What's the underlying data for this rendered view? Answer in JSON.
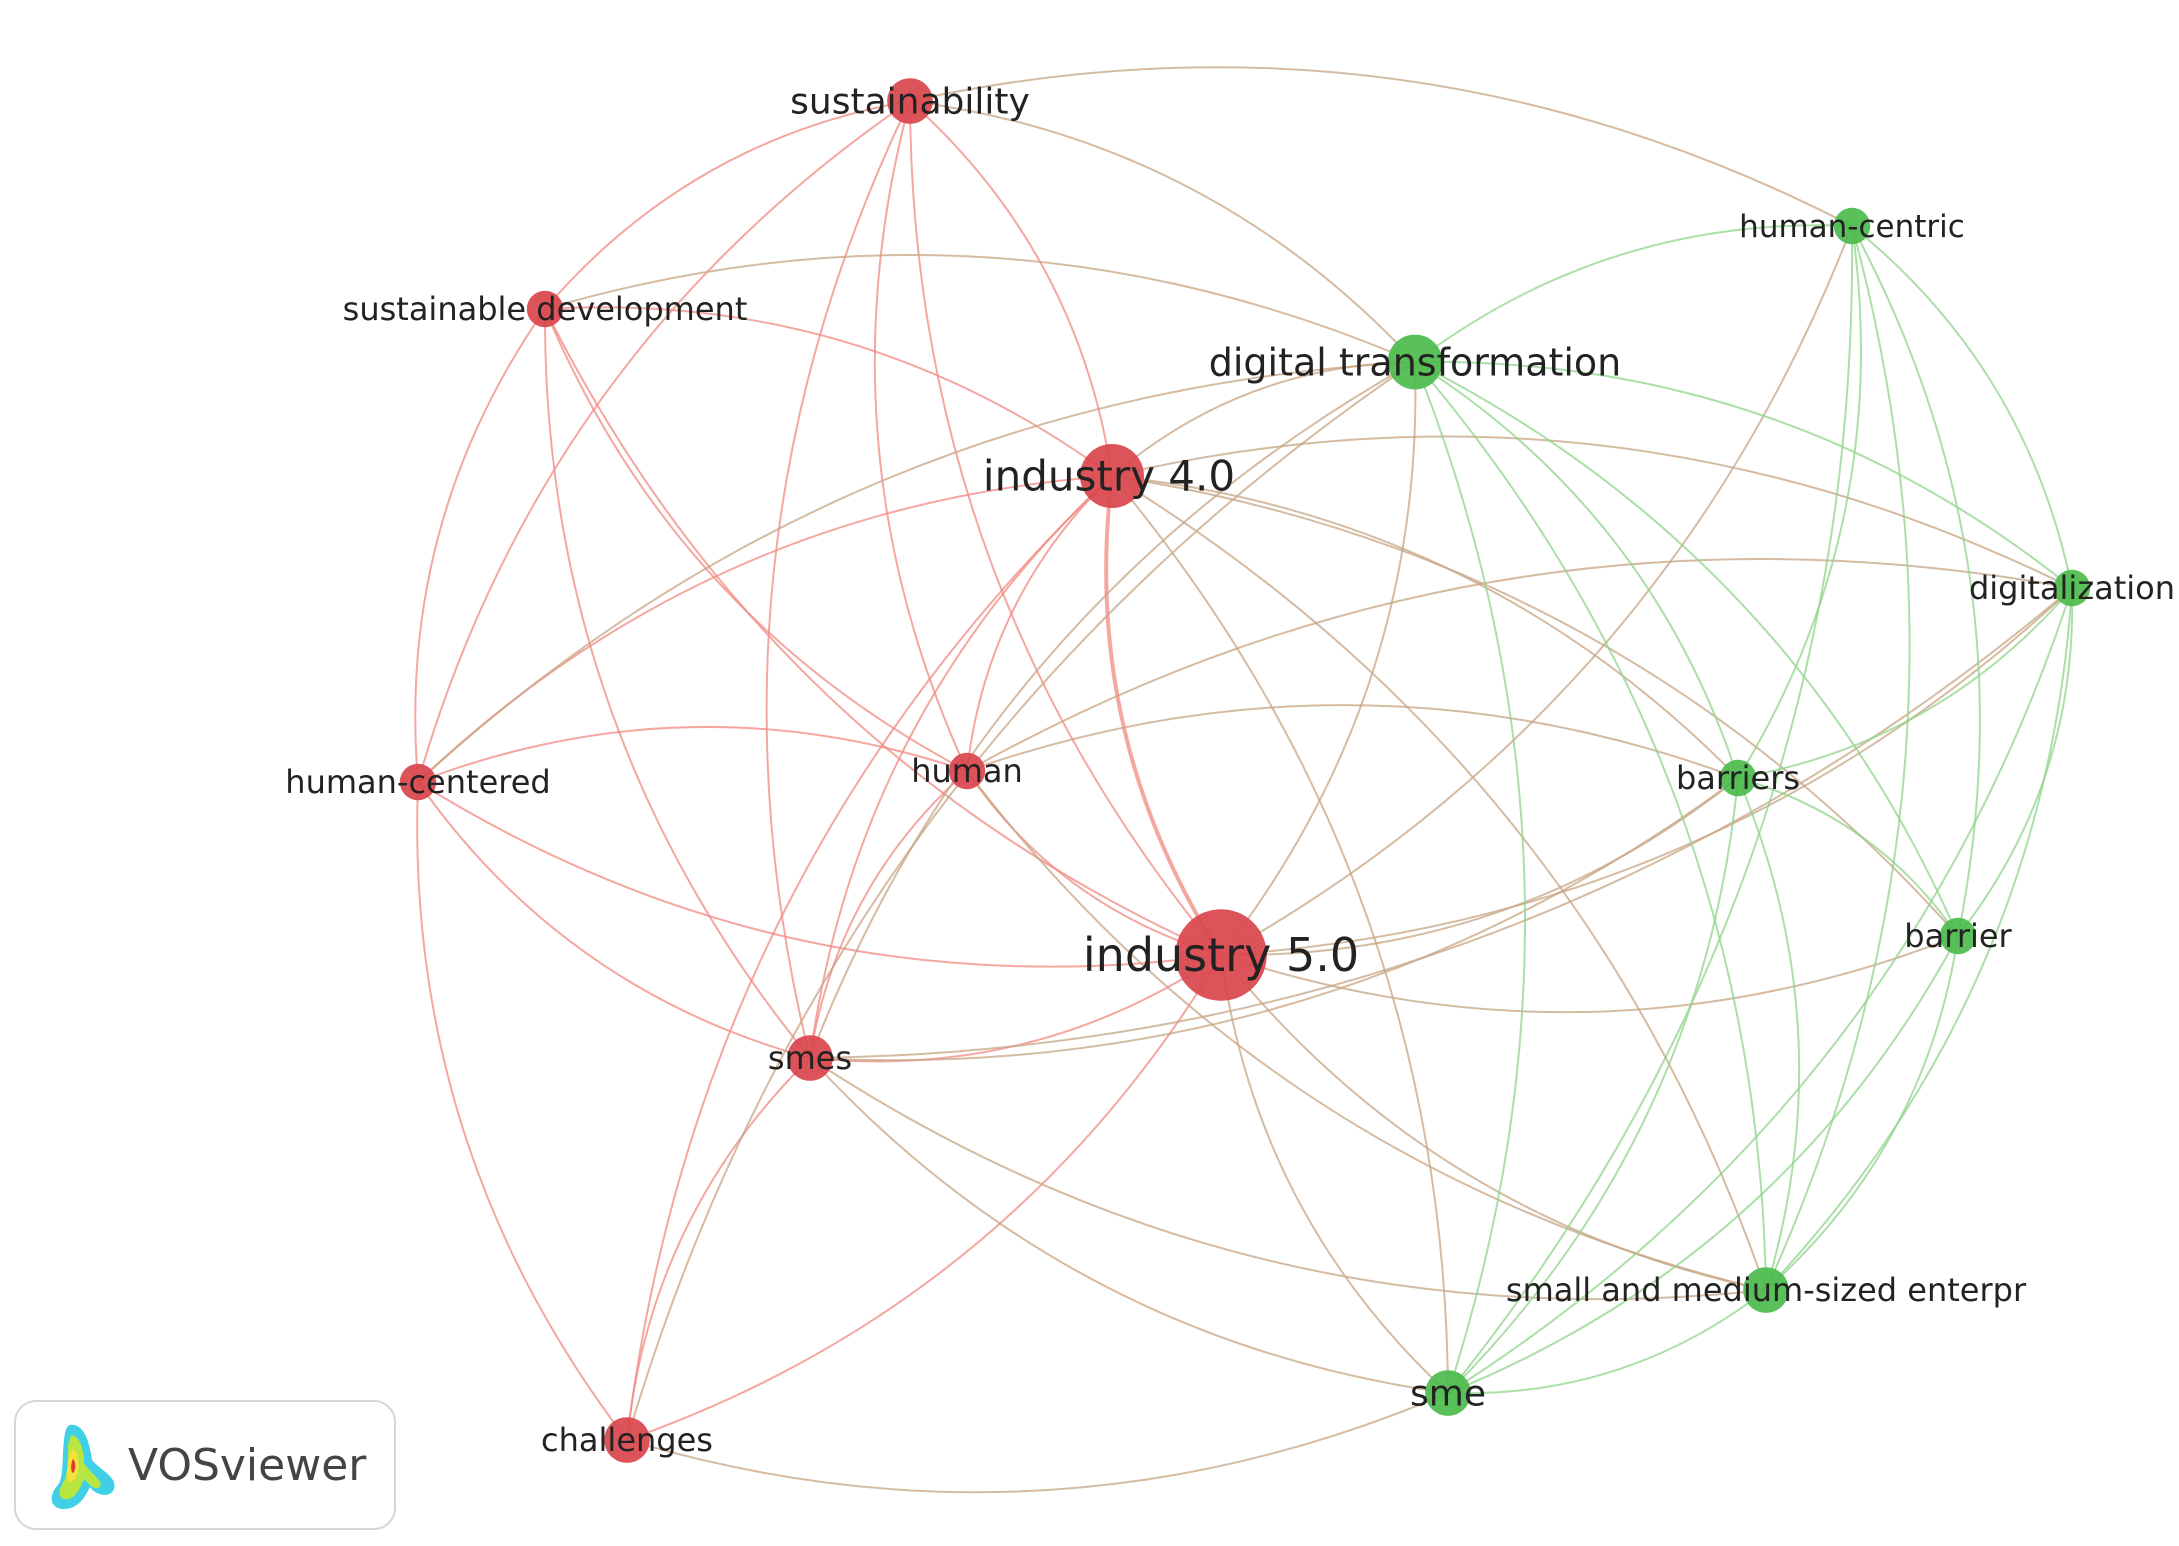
{
  "colors": {
    "cluster1": "#d9454c",
    "cluster2": "#4cbb4c",
    "edge1": "#f08a82",
    "edge2": "#8fd48a",
    "mixed": "#c7a483"
  },
  "network": {
    "nodes": [
      {
        "id": "sustainability",
        "label": "sustainability",
        "cluster": 1,
        "weight": 3
      },
      {
        "id": "sustainable_development",
        "label": "sustainable development",
        "cluster": 1,
        "weight": 2
      },
      {
        "id": "industry_4_0",
        "label": "industry 4.0",
        "cluster": 1,
        "weight": 5
      },
      {
        "id": "human_centered",
        "label": "human-centered",
        "cluster": 1,
        "weight": 2
      },
      {
        "id": "human",
        "label": "human",
        "cluster": 1,
        "weight": 2
      },
      {
        "id": "industry_5_0",
        "label": "industry 5.0",
        "cluster": 1,
        "weight": 8
      },
      {
        "id": "smes",
        "label": "smes",
        "cluster": 1,
        "weight": 3
      },
      {
        "id": "challenges",
        "label": "challenges",
        "cluster": 1,
        "weight": 3
      },
      {
        "id": "human_centric",
        "label": "human-centric",
        "cluster": 2,
        "weight": 2
      },
      {
        "id": "digital_transformation",
        "label": "digital transformation",
        "cluster": 2,
        "weight": 4
      },
      {
        "id": "digitalization",
        "label": "digitalization",
        "cluster": 2,
        "weight": 2
      },
      {
        "id": "barriers",
        "label": "barriers",
        "cluster": 2,
        "weight": 2
      },
      {
        "id": "barrier",
        "label": "barrier",
        "cluster": 2,
        "weight": 2
      },
      {
        "id": "sme_enterprises",
        "label": "small and medium-sized enterpr",
        "cluster": 2,
        "weight": 3
      },
      {
        "id": "sme",
        "label": "sme",
        "cluster": 2,
        "weight": 3
      }
    ],
    "links": [
      [
        "sustainability",
        "sustainable_development"
      ],
      [
        "sustainability",
        "industry_4_0"
      ],
      [
        "sustainability",
        "industry_5_0"
      ],
      [
        "sustainability",
        "human"
      ],
      [
        "sustainability",
        "smes"
      ],
      [
        "sustainability",
        "digital_transformation"
      ],
      [
        "sustainability",
        "human_centric"
      ],
      [
        "sustainability",
        "human_centered"
      ],
      [
        "sustainable_development",
        "industry_4_0"
      ],
      [
        "sustainable_development",
        "industry_5_0"
      ],
      [
        "sustainable_development",
        "human"
      ],
      [
        "sustainable_development",
        "smes"
      ],
      [
        "sustainable_development",
        "human_centered"
      ],
      [
        "sustainable_development",
        "digital_transformation"
      ],
      [
        "industry_4_0",
        "industry_5_0"
      ],
      [
        "industry_4_0",
        "human"
      ],
      [
        "industry_4_0",
        "smes"
      ],
      [
        "industry_4_0",
        "human_centered"
      ],
      [
        "industry_4_0",
        "challenges"
      ],
      [
        "industry_4_0",
        "digital_transformation"
      ],
      [
        "industry_4_0",
        "digitalization"
      ],
      [
        "industry_4_0",
        "barriers"
      ],
      [
        "industry_4_0",
        "barrier"
      ],
      [
        "industry_4_0",
        "sme"
      ],
      [
        "industry_4_0",
        "sme_enterprises"
      ],
      [
        "human_centered",
        "industry_5_0"
      ],
      [
        "human_centered",
        "smes"
      ],
      [
        "human_centered",
        "challenges"
      ],
      [
        "human_centered",
        "digital_transformation"
      ],
      [
        "human_centered",
        "human"
      ],
      [
        "human",
        "industry_5_0"
      ],
      [
        "human",
        "smes"
      ],
      [
        "human",
        "barriers"
      ],
      [
        "human",
        "digitalization"
      ],
      [
        "human",
        "sme_enterprises"
      ],
      [
        "industry_5_0",
        "smes"
      ],
      [
        "industry_5_0",
        "challenges"
      ],
      [
        "industry_5_0",
        "digital_transformation"
      ],
      [
        "industry_5_0",
        "barrier"
      ],
      [
        "industry_5_0",
        "sme"
      ],
      [
        "industry_5_0",
        "sme_enterprises"
      ],
      [
        "industry_5_0",
        "human_centric"
      ],
      [
        "industry_5_0",
        "digitalization"
      ],
      [
        "industry_5_0",
        "barriers"
      ],
      [
        "smes",
        "challenges"
      ],
      [
        "smes",
        "digital_transformation"
      ],
      [
        "smes",
        "barriers"
      ],
      [
        "smes",
        "sme_enterprises"
      ],
      [
        "smes",
        "digitalization"
      ],
      [
        "smes",
        "sme"
      ],
      [
        "challenges",
        "sme"
      ],
      [
        "challenges",
        "digital_transformation"
      ],
      [
        "human_centric",
        "digital_transformation"
      ],
      [
        "human_centric",
        "digitalization"
      ],
      [
        "human_centric",
        "barriers"
      ],
      [
        "human_centric",
        "barrier"
      ],
      [
        "human_centric",
        "sme_enterprises"
      ],
      [
        "human_centric",
        "sme"
      ],
      [
        "digital_transformation",
        "digitalization"
      ],
      [
        "digital_transformation",
        "barriers"
      ],
      [
        "digital_transformation",
        "barrier"
      ],
      [
        "digital_transformation",
        "sme_enterprises"
      ],
      [
        "digital_transformation",
        "sme"
      ],
      [
        "digitalization",
        "barriers"
      ],
      [
        "digitalization",
        "barrier"
      ],
      [
        "digitalization",
        "sme_enterprises"
      ],
      [
        "digitalization",
        "sme"
      ],
      [
        "barriers",
        "barrier"
      ],
      [
        "barriers",
        "sme_enterprises"
      ],
      [
        "barriers",
        "sme"
      ],
      [
        "barrier",
        "sme_enterprises"
      ],
      [
        "barrier",
        "sme"
      ],
      [
        "sme_enterprises",
        "sme"
      ]
    ]
  },
  "watermark": {
    "text": "VOSviewer"
  }
}
